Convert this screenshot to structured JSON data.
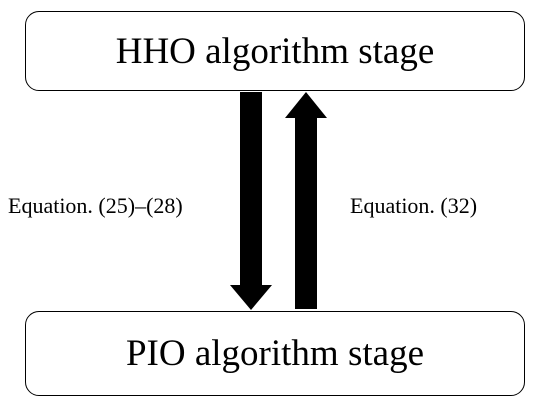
{
  "diagram": {
    "top_stage": {
      "label": "HHO algorithm stage"
    },
    "bottom_stage": {
      "label": "PIO algorithm stage"
    },
    "down_arrow": {
      "label": "Equation. (25)–(28)",
      "direction": "down"
    },
    "up_arrow": {
      "label": "Equation. (32)",
      "direction": "up"
    }
  },
  "colors": {
    "arrow": "#000000",
    "border": "#000000",
    "background": "#ffffff",
    "text": "#000000"
  }
}
